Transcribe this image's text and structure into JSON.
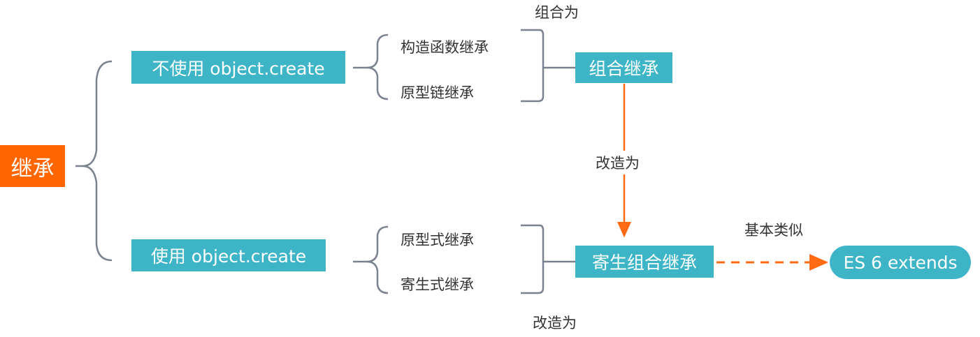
{
  "root": {
    "label": "继承",
    "color": "#ff6600"
  },
  "branches": [
    {
      "label": "不使用 object.create",
      "children": [
        "构造函数继承",
        "原型链继承"
      ],
      "result": "组合继承",
      "result_edge_label": "组合为"
    },
    {
      "label": "使用 object.create",
      "children": [
        "原型式继承",
        "寄生式继承"
      ],
      "result": "寄生组合继承",
      "result_edge_label": "改造为"
    }
  ],
  "transform_edge_label": "改造为",
  "similar_edge_label": "基本类似",
  "final": {
    "label": "ES 6 extends"
  },
  "colors": {
    "teal": "#3db5c7",
    "orange": "#ff6600",
    "line": "#7a8290"
  }
}
